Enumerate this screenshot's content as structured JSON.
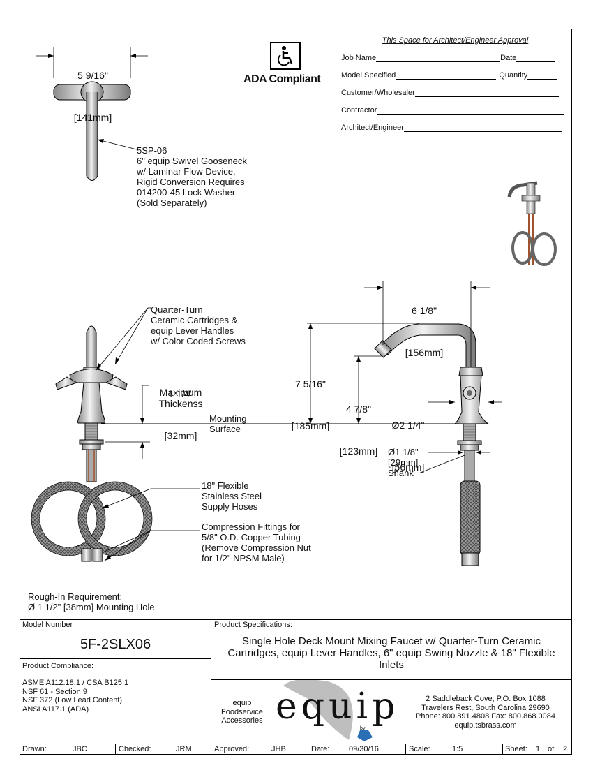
{
  "approval": {
    "title": "This Space for Architect/Engineer Approval",
    "fields": [
      "Job Name",
      "Date",
      "Model Specified",
      "Quantity",
      "Customer/Wholesaler",
      "Contractor",
      "Architect/Engineer"
    ]
  },
  "ada": {
    "label": "ADA Compliant"
  },
  "dimensions": {
    "width_top": "5 9/16\"",
    "width_top_mm": "[141mm]",
    "spout_reach": "6 1/8\"",
    "spout_reach_mm": "[156mm]",
    "height_total": "7 5/16\"",
    "height_total_mm": "[185mm]",
    "height_outlet": "4 7/8\"",
    "height_outlet_mm": "[123mm]",
    "base_dia": "Ø2 1/4\"",
    "base_dia_mm": "[56mm]",
    "thickness": "1 1/4\"",
    "thickness_mm": "[32mm]",
    "thickness_label": "Maximum\nThickenss",
    "shank_dia": "Ø1 1/8\"",
    "shank_dia_mm": "[29mm]",
    "shank_label": "Shank"
  },
  "callouts": {
    "gooseneck": "5SP-06\n6\" equip Swivel Gooseneck\nw/ Laminar Flow Device.\nRigid Conversion Requires\n014200-45 Lock Washer\n(Sold Separately)",
    "cartridges": "Quarter-Turn\nCeramic Cartridges &\nequip Lever Handles\nw/ Color Coded Screws",
    "mounting": "Mounting\nSurface",
    "hoses": "18\" Flexible\nStainless Steel\nSupply Hoses",
    "fittings": "Compression Fittings for\n5/8\" O.D. Copper Tubing\n(Remove Compression Nut\nfor 1/2\" NPSM Male)",
    "rough_in": "Rough-In Requirement:\nØ 1 1/2\" [38mm] Mounting Hole"
  },
  "title_block": {
    "model_number_label": "Model Number",
    "model_number": "5F-2SLX06",
    "compliance_label": "Product Compliance:",
    "compliance": [
      "ASME A112.18.1 / CSA B125.1",
      "NSF 61 - Section 9",
      "NSF 372 (Low Lead Content)",
      "ANSI A117.1 (ADA)"
    ],
    "spec_label": "Product Specifications:",
    "spec": "Single Hole Deck Mount Mixing Faucet w/ Quarter-Turn Ceramic Cartridges, equip Lever Handles, 6\" equip Swing Nozzle & 18\" Flexible Inlets",
    "brand_side": "equip\nFoodservice\nAccessories",
    "brand_logo": "equip",
    "brand_by": "by",
    "address": [
      "2 Saddleback Cove, P.O. Box 1088",
      "Travelers Rest, South Carolina 29690",
      "Phone: 800.891.4808  Fax: 800.868.0084",
      "equip.tsbrass.com"
    ],
    "drawn_label": "Drawn:",
    "drawn": "JBC",
    "checked_label": "Checked:",
    "checked": "JRM",
    "approved_label": "Approved:",
    "approved": "JHB",
    "date_label": "Date:",
    "date": "09/30/16",
    "scale_label": "Scale:",
    "scale": "1:5",
    "sheet_label": "Sheet:",
    "sheet": "1",
    "sheet_of": "of",
    "sheet_total": "2"
  },
  "colors": {
    "ink": "#111111",
    "hose": "#6e6e6e",
    "chrome": "#c8c8c8",
    "logo_blue": "#2a6fb5"
  }
}
